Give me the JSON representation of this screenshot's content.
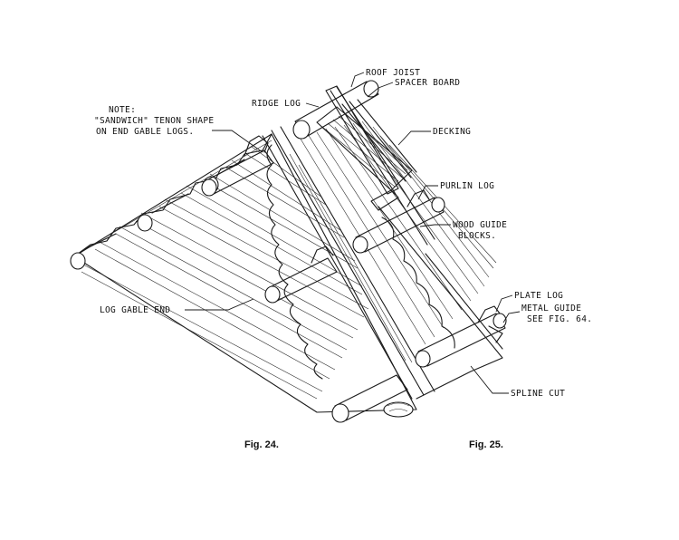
{
  "labels": {
    "note_line1": "NOTE:",
    "note_line2": "\"SANDWICH\" TENON SHAPE",
    "note_line3": "ON END GABLE LOGS.",
    "ridge_log": "RIDGE LOG",
    "roof_joist": "ROOF JOIST",
    "spacer_board": "SPACER BOARD",
    "decking": "DECKING",
    "purlin_log": "PURLIN LOG",
    "wood_guide_1": "WOOD GUIDE",
    "wood_guide_2": "BLOCKS.",
    "log_gable_end": "LOG GABLE END",
    "plate_log": "PLATE LOG",
    "metal_guide_1": "METAL GUIDE",
    "metal_guide_2": "SEE FIG. 64.",
    "spline_cut": "SPLINE CUT"
  },
  "captions": {
    "fig24": "Fig. 24.",
    "fig25": "Fig. 25."
  }
}
